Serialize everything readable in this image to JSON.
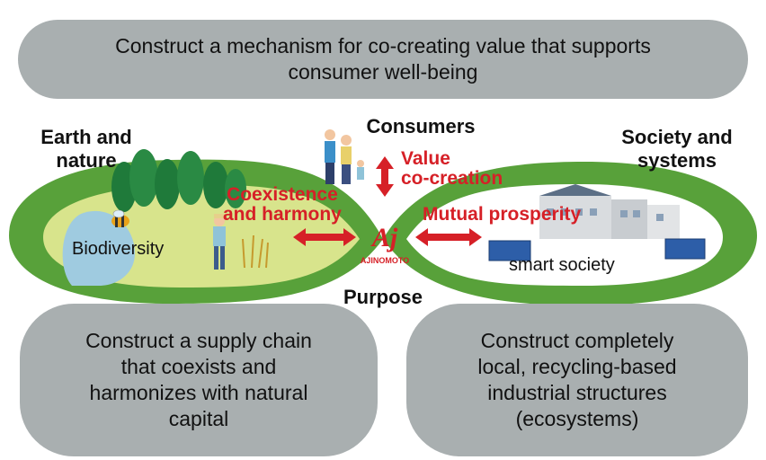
{
  "top_box": "Construct a mechanism for co-creating value that supports\nconsumer well-being",
  "left_box": "Construct a supply chain\nthat coexists and\nharmonizes with natural\ncapital",
  "right_box": "Construct completely\nlocal, recycling-based\nindustrial structures\n(ecosystems)",
  "labels": {
    "earth": "Earth and\nnature",
    "consumers": "Consumers",
    "society": "Society and\nsystems",
    "purpose": "Purpose",
    "biodiversity": "Biodiversity",
    "smart_society": "smart society"
  },
  "red_labels": {
    "value": "Value\nco-creation",
    "coexistence": "Coexistence\nand harmony",
    "mutual": "Mutual prosperity"
  },
  "logo": {
    "mark": "Aj",
    "name": "AJINOMOTO"
  },
  "colors": {
    "accent": "#d62027",
    "loop_green": "#58a13a",
    "pill_gray": "#a9afb0"
  }
}
